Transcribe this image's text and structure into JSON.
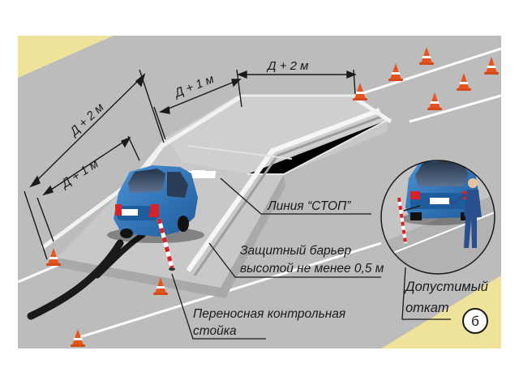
{
  "dimensions": {
    "d_plus_2_left": "Д + 2 м",
    "d_plus_1_left": "Д + 1 м",
    "d_plus_1_top": "Д + 1 м",
    "d_plus_2_top": "Д + 2 м"
  },
  "labels": {
    "stop_line": "Линия “СТОП”",
    "barrier_line1": "Защитный барьер",
    "barrier_line2": "высотой не менее 0,5 м",
    "post_line1": "Переносная контрольная",
    "post_line2": "стойка",
    "rollback_line1": "Допустимый",
    "rollback_line2": "откат"
  },
  "badge": "б",
  "colors": {
    "road": "#bcbcbc",
    "ramp_top": "#cfcfcf",
    "grass": "#efe29b",
    "car": "#2a73bd",
    "cone": "#e8541e",
    "line": "#1a1a1a"
  }
}
